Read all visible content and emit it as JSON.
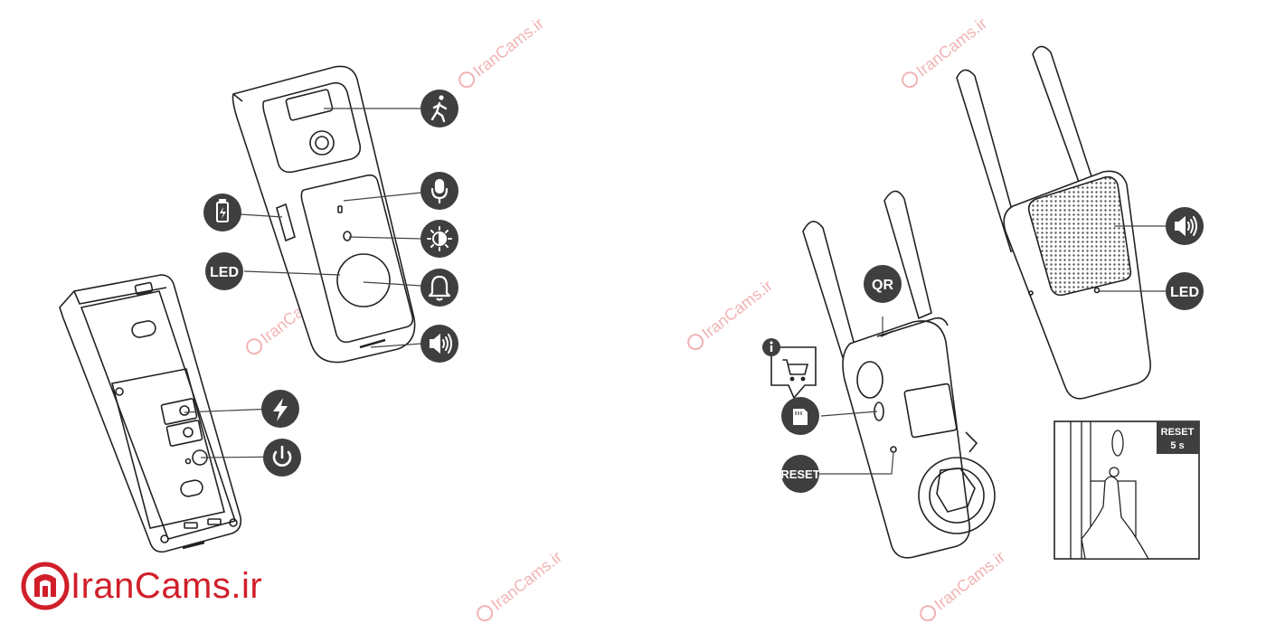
{
  "callouts": {
    "led": "LED",
    "qr": "QR",
    "reset": "RESET"
  },
  "reset_inset": {
    "line1": "RESET",
    "line2": "5 s"
  },
  "logo": {
    "text": "IranCams.ir"
  },
  "watermark": {
    "text": "IranCams.ir"
  },
  "icons": {
    "motion": "walking-person-icon",
    "microphone": "microphone-icon",
    "light_sensor": "day-night-icon",
    "bell": "bell-icon",
    "speaker": "speaker-icon",
    "battery": "battery-icon",
    "power_input": "lightning-icon",
    "power_button": "power-icon",
    "sd_card": "microsd-card-icon",
    "cart": "shopping-cart-icon",
    "info": "info-icon"
  },
  "colors": {
    "callout": "#3f3f3f",
    "brand": "#d11f2a",
    "watermark": "#f2b3b3"
  }
}
